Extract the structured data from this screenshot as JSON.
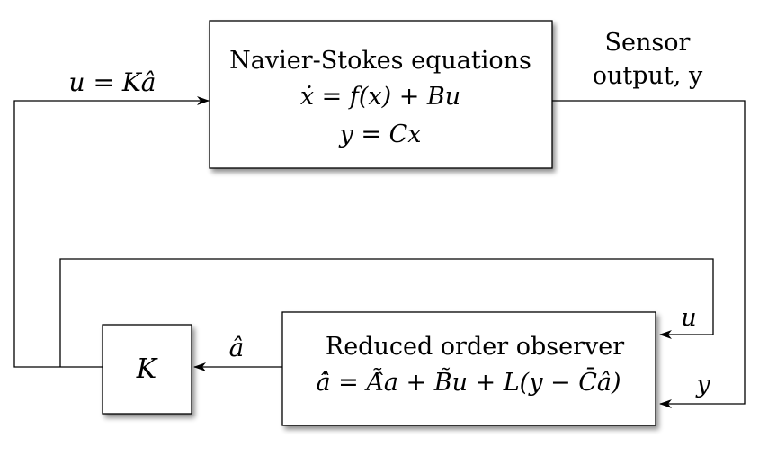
{
  "plant": {
    "title": "Navier-Stokes equations",
    "eq1": "ẋ = f(x) + Bu",
    "eq2": "y = Cx"
  },
  "observer": {
    "title": "Reduced order observer",
    "eq": "ȧ̂ = Ã̂a + B̃u + L(y − C̄â)"
  },
  "controller": {
    "label": "K"
  },
  "signals": {
    "control": "u = Kâ",
    "sensor_line1": "Sensor",
    "sensor_line2": "output, y",
    "ahat": "â",
    "obs_u": "u",
    "obs_y": "y"
  }
}
